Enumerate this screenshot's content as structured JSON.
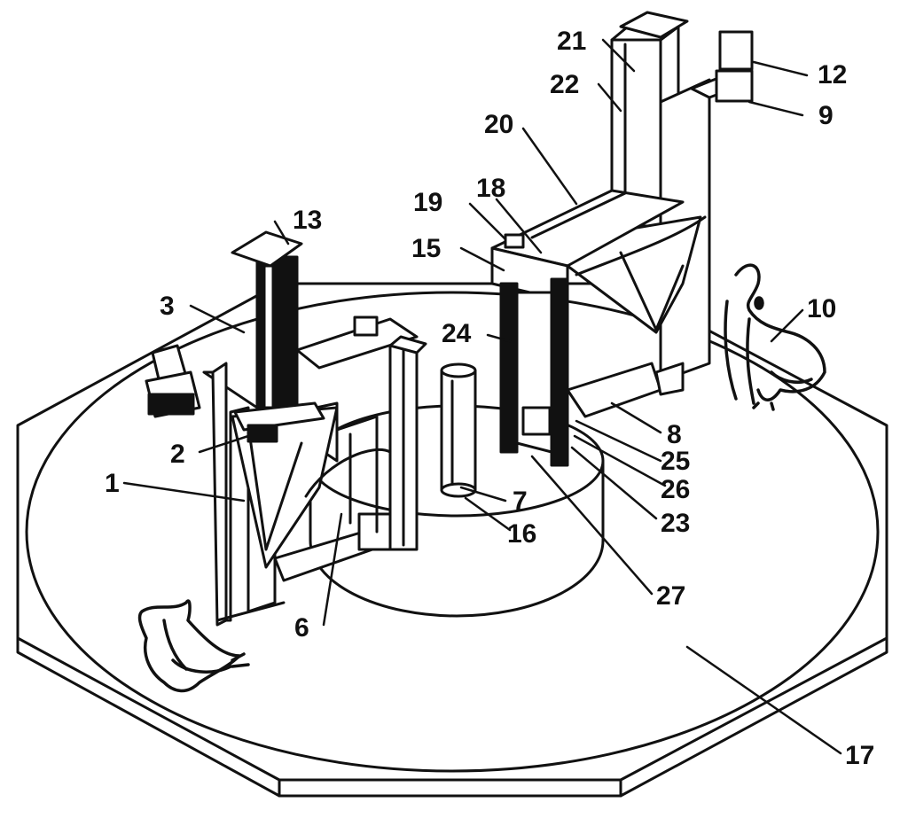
{
  "colors": {
    "ink": "#111111",
    "paper": "#ffffff"
  },
  "labels": {
    "l1": "1",
    "l2": "2",
    "l3": "3",
    "l6": "6",
    "l7": "7",
    "l8": "8",
    "l9": "9",
    "l10": "10",
    "l12": "12",
    "l13": "13",
    "l15": "15",
    "l16": "16",
    "l17": "17",
    "l18": "18",
    "l19": "19",
    "l20": "20",
    "l21": "21",
    "l22": "22",
    "l23": "23",
    "l24": "24",
    "l25": "25",
    "l26": "26",
    "l27": "27"
  }
}
